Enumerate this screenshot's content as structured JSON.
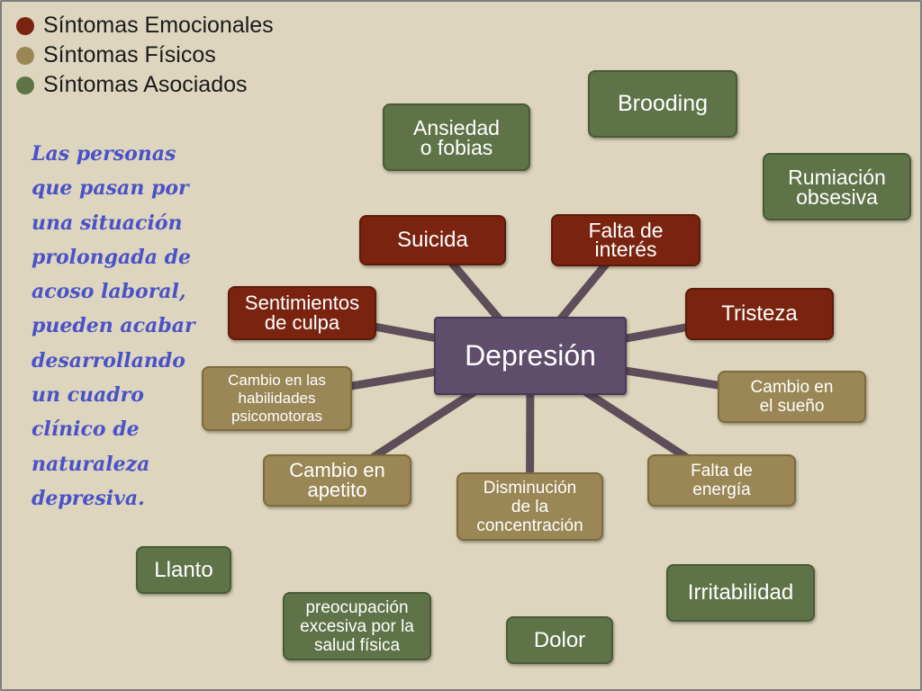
{
  "colors": {
    "emocionales": "#7a2410",
    "fisicos": "#9a8755",
    "asociados": "#5f7348",
    "center": "#5f4d6c",
    "connector": "#5e4e5a",
    "note": "#4a52c8",
    "background": "#ddd5bd"
  },
  "legend": [
    {
      "label": "Síntomas Emocionales",
      "color": "#7a2410"
    },
    {
      "label": "Síntomas Físicos",
      "color": "#9a8755"
    },
    {
      "label": "Síntomas Asociados",
      "color": "#5f7348"
    }
  ],
  "note": {
    "lines": [
      "Las personas",
      "que pasan por",
      "una situación",
      "prolongada de",
      "acoso laboral,",
      "pueden acabar",
      "desarrollando",
      "un cuadro",
      "clínico de",
      "naturaleza",
      "depresiva."
    ]
  },
  "diagram": {
    "center": {
      "label": "Depresión"
    },
    "nodes": [
      {
        "id": "suicida",
        "label": "Suicida",
        "category": "emocionales"
      },
      {
        "id": "falta_interes",
        "label": "Falta de\ninterés",
        "category": "emocionales"
      },
      {
        "id": "tristeza",
        "label": "Tristeza",
        "category": "emocionales"
      },
      {
        "id": "culpa",
        "label": "Sentimientos\nde culpa",
        "category": "emocionales"
      },
      {
        "id": "psicomotoras",
        "label": "Cambio en las\nhabilidades\npsicomotoras",
        "category": "fisicos"
      },
      {
        "id": "apetito",
        "label": "Cambio en\napetito",
        "category": "fisicos"
      },
      {
        "id": "concentracion",
        "label": "Disminución\nde la\nconcentración",
        "category": "fisicos"
      },
      {
        "id": "energia",
        "label": "Falta de\nenergía",
        "category": "fisicos"
      },
      {
        "id": "sueno",
        "label": "Cambio en\nel sueño",
        "category": "fisicos"
      },
      {
        "id": "ansiedad",
        "label": "Ansiedad\no fobias",
        "category": "asociados"
      },
      {
        "id": "brooding",
        "label": "Brooding",
        "category": "asociados"
      },
      {
        "id": "rumiacion",
        "label": "Rumiación\nobsesiva",
        "category": "asociados"
      },
      {
        "id": "llanto",
        "label": "Llanto",
        "category": "asociados"
      },
      {
        "id": "preocupacion",
        "label": "preocupación\nexcesiva por la\nsalud física",
        "category": "asociados"
      },
      {
        "id": "dolor",
        "label": "Dolor",
        "category": "asociados"
      },
      {
        "id": "irritabilidad",
        "label": "Irritabilidad",
        "category": "asociados"
      }
    ],
    "edges": [
      "suicida",
      "falta_interes",
      "tristeza",
      "culpa",
      "psicomotoras",
      "apetito",
      "concentracion",
      "energia",
      "sueno"
    ]
  }
}
